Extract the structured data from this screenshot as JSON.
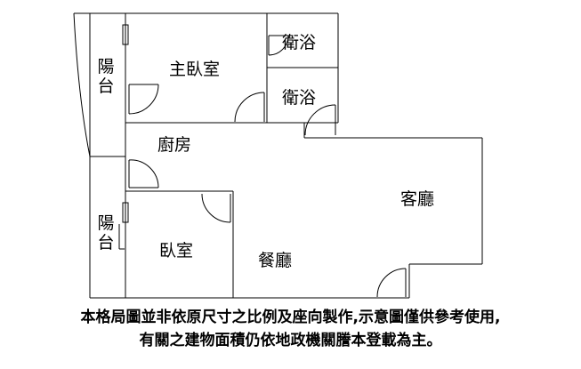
{
  "rooms": {
    "balcony_top": [
      "陽",
      "台"
    ],
    "master_bedroom": "主臥室",
    "bath_1": "衛浴",
    "bath_2": "衛浴",
    "kitchen": "廚房",
    "living_room": "客廳",
    "balcony_bottom": [
      "陽",
      "台"
    ],
    "bedroom": "臥室",
    "dining_room": "餐廳"
  },
  "disclaimer": {
    "line1": "本格局圖並非依原尺寸之比例及座向製作,示意圖僅供參考使用,",
    "line2": "有關之建物面積仍依地政機關謄本登載為主。"
  }
}
